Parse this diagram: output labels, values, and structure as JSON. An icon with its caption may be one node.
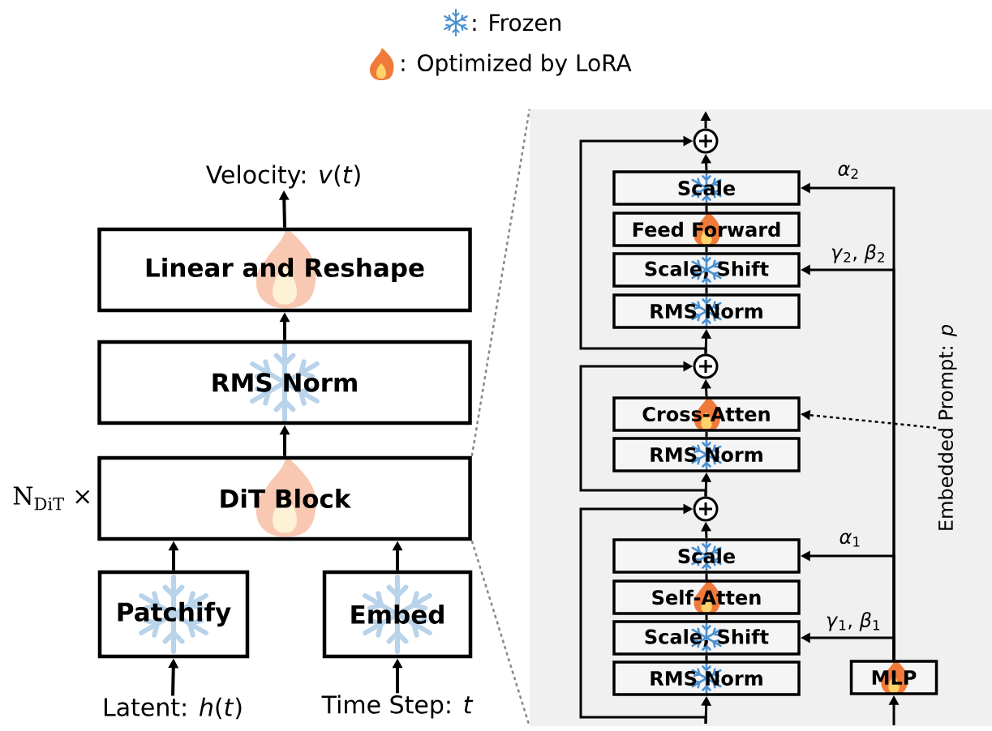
{
  "diagram": {
    "nodes": [
      {
        "text": [
          "Velocity: *v*(*t*)"
        ]
      },
      {
        "text": [
          "Linear and Reshape"
        ]
      },
      {
        "text": [
          "RMS Norm"
        ]
      },
      {
        "text": [
          "DiT Block"
        ],
        "beside": [
          "N$_{DiT}$ ×"
        ]
      },
      {
        "text": [
          "Patchify"
        ]
      },
      {
        "text": [
          "Embed"
        ]
      },
      {
        "text": [
          "Latent: *h*(*t*)"
        ]
      },
      {
        "text": [
          "Time Step: *t*"
        ]
      },
      {
        "text": [],
        "shape": "box"
      },
      {
        "text": [],
        "shape": "circle",
        "in": 8
      },
      {
        "text": [
          "Scale"
        ],
        "in": 8
      },
      {
        "text": [
          "Feed Forward"
        ],
        "in": 8
      },
      {
        "text": [
          "Scale, Shift"
        ],
        "in": 8
      },
      {
        "text": [
          "RMS Norm"
        ],
        "in": 8
      },
      {
        "text": [],
        "shape": "circle",
        "in": 8
      },
      {
        "text": [
          "Cross-Atten"
        ],
        "in": 8
      },
      {
        "text": [
          "RMS Norm"
        ],
        "in": 8
      },
      {
        "text": [],
        "shape": "circle",
        "in": 8
      },
      {
        "text": [
          "Scale"
        ],
        "in": 8
      },
      {
        "text": [
          "Self-Atten"
        ],
        "in": 8
      },
      {
        "text": [
          "Scale, Shift"
        ],
        "in": 8
      },
      {
        "text": [
          "RMS Norm"
        ],
        "in": 8
      },
      {
        "text": [
          "MLP"
        ],
        "in": 8
      },
      {
        "text": [
          "Embedded Prompt: *p*"
        ],
        "in": 8
      }
    ],
    "edges": [
      {
        "from": 1,
        "to": 0,
        "arrow": "to"
      },
      {
        "from": 2,
        "to": 1,
        "arrow": "to"
      },
      {
        "from": 3,
        "to": 2,
        "arrow": "to"
      },
      {
        "from": 4,
        "to": 3,
        "arrow": "to"
      },
      {
        "from": 5,
        "to": 3,
        "arrow": "to"
      },
      {
        "from": 6,
        "to": 4,
        "arrow": "to"
      },
      {
        "from": 7,
        "to": 5,
        "arrow": "to"
      },
      {
        "from": 3,
        "to": 8,
        "arrow": "none",
        "style": "dashed",
        "color": "#888888"
      },
      {
        "from": 3,
        "to": 8,
        "arrow": "none",
        "style": "dashed",
        "color": "#888888"
      },
      {
        "from": null,
        "to": 21,
        "arrow": "to"
      },
      {
        "from": null,
        "to": 17,
        "arrow": "to"
      },
      {
        "from": 21,
        "to": 20,
        "arrow": "none"
      },
      {
        "from": 20,
        "to": 19,
        "arrow": "none"
      },
      {
        "from": 19,
        "to": 18,
        "arrow": "none"
      },
      {
        "from": 18,
        "to": 17,
        "arrow": "to"
      },
      {
        "from": 17,
        "to": 16,
        "arrow": "to"
      },
      {
        "from": 17,
        "to": 14,
        "arrow": "to"
      },
      {
        "from": 16,
        "to": 15,
        "arrow": "none"
      },
      {
        "from": 15,
        "to": 14,
        "arrow": "to"
      },
      {
        "from": 14,
        "to": 13,
        "arrow": "to"
      },
      {
        "from": 14,
        "to": 9,
        "arrow": "to"
      },
      {
        "from": 13,
        "to": 12,
        "arrow": "none"
      },
      {
        "from": 12,
        "to": 11,
        "arrow": "none"
      },
      {
        "from": 11,
        "to": 10,
        "arrow": "none"
      },
      {
        "from": 10,
        "to": 9,
        "arrow": "to"
      },
      {
        "from": 9,
        "to": null,
        "arrow": "to"
      },
      {
        "from": null,
        "to": 22,
        "arrow": "to"
      },
      {
        "from": 22,
        "to": 18,
        "arrow": "to",
        "label": "*α*$_{1}$"
      },
      {
        "from": 22,
        "to": 20,
        "arrow": "to",
        "label": "*γ*$_{1}$, *β*$_{1}$"
      },
      {
        "from": 22,
        "to": 10,
        "arrow": "to",
        "label": "*α*$_{2}$"
      },
      {
        "from": 22,
        "to": 12,
        "arrow": "to",
        "label": "*γ*$_{2}$, *β*$_{2}$"
      },
      {
        "from": 23,
        "to": 15,
        "arrow": "to",
        "style": "dashed"
      }
    ],
    "legend": [
      {
        "text": ": Frozen"
      },
      {
        "text": ": Optimized by LoRA"
      }
    ]
  }
}
